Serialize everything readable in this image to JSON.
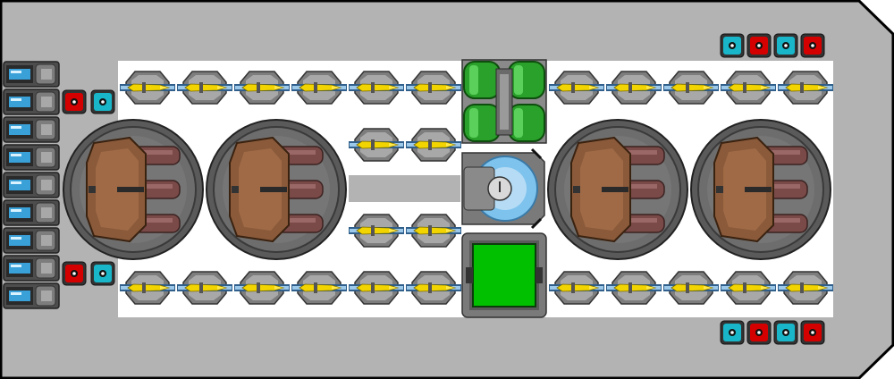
{
  "hull": {
    "name": "ship-hull",
    "colors": {
      "fill": "#b3b3b3",
      "stroke": "#000000",
      "deck": "#ffffff"
    }
  },
  "palette": {
    "missile_body": "#f1d400",
    "missile_tip": "#ffe94a",
    "missile_casing": "#2f5f8a",
    "mount_dark": "#4d4d4d",
    "mount_mid": "#7d7d7d",
    "mount_light": "#a8a8a8",
    "turret_ring": "#5a5a5a",
    "turret_inner": "#6d6d6d",
    "turret_plate": "#8a5a3a",
    "turret_barrel": "#7a4a48",
    "thruster_blue": "#3aa0d8",
    "green_module": "#2aa12a",
    "green_screen": "#00c000",
    "shield_blue": "#7ec3ee",
    "red_node": "#d40000",
    "cyan_node": "#18b6c8"
  },
  "modules": {
    "thrusters": {
      "count": 9,
      "icon": "thruster-icon"
    },
    "red_nodes": {
      "count": 6,
      "icon": "red-node-icon"
    },
    "cyan_nodes": {
      "count": 6,
      "icon": "cyan-node-icon"
    },
    "launchers": {
      "count": 26,
      "icon": "missile-launcher-icon"
    },
    "turrets": {
      "count": 4,
      "icon": "triple-barrel-turret-icon"
    },
    "green_tanks": {
      "count": 1,
      "icon": "green-tank-icon"
    },
    "shield": {
      "count": 1,
      "icon": "shield-generator-icon"
    },
    "green_console": {
      "count": 1,
      "icon": "green-console-icon"
    }
  }
}
